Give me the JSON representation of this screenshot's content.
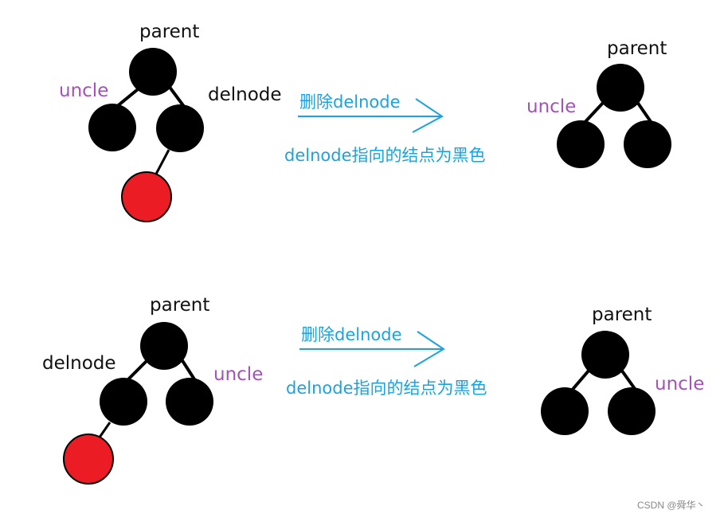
{
  "colors": {
    "node_black": "#000000",
    "node_red": "#ec1c24",
    "edge": "#000000",
    "arrow": "#1aa3e0",
    "text_black": "#111111",
    "text_purple": "#a352b7",
    "text_blue": "#1aa3e0"
  },
  "case1": {
    "before": {
      "parent_label": "parent",
      "uncle_label": "uncle",
      "delnode_label": "delnode"
    },
    "action": {
      "delete_label": "删除delnode",
      "note": "delnode指向的结点为黑色"
    },
    "after": {
      "parent_label": "parent",
      "uncle_label": "uncle"
    }
  },
  "case2": {
    "before": {
      "parent_label": "parent",
      "delnode_label": "delnode",
      "uncle_label": "uncle"
    },
    "action": {
      "delete_label": "删除delnode",
      "note": "delnode指向的结点为黑色"
    },
    "after": {
      "parent_label": "parent",
      "uncle_label": "uncle"
    }
  },
  "watermark": "CSDN @舜华丶"
}
